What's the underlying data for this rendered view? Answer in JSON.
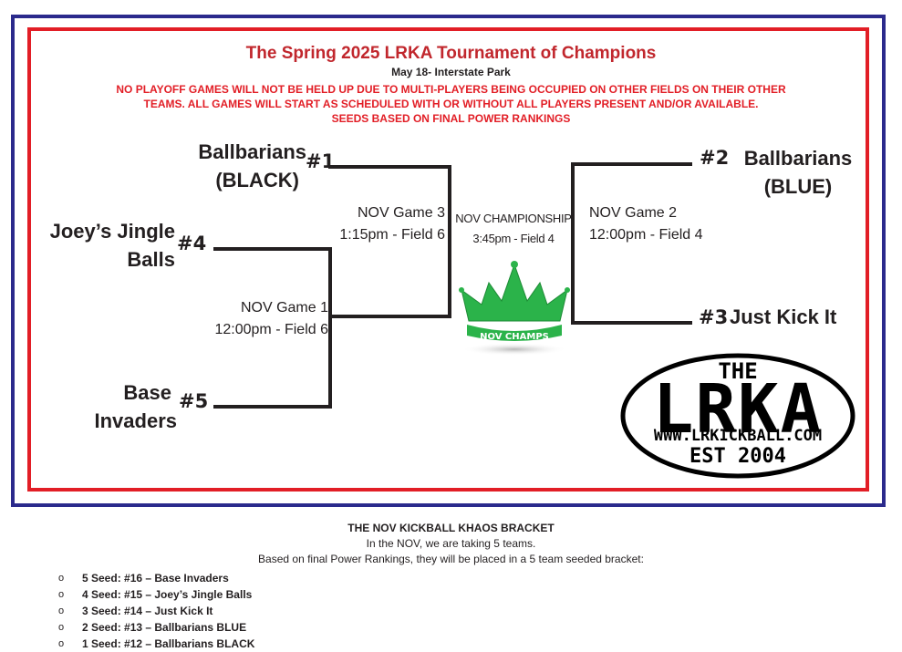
{
  "header": {
    "title": "The Spring 2025 LRKA Tournament of Champions",
    "subtitle": "May 18-  Interstate Park",
    "notice_line1": "NO PLAYOFF GAMES WILL NOT BE HELD UP DUE TO MULTI-PLAYERS BEING OCCUPIED ON OTHER FIELDS ON THEIR OTHER",
    "notice_line2": "TEAMS.  ALL GAMES WILL START AS SCHEDULED WITH OR WITHOUT ALL PLAYERS PRESENT AND/OR AVAILABLE.",
    "notice_line3": "SEEDS BASED ON FINAL POWER RANKINGS"
  },
  "bracket": {
    "seed1": {
      "name_line1": "Ballbarians",
      "name_line2": "(BLACK)",
      "seed": "#1"
    },
    "seed4": {
      "name_line1": "Joey’s Jingle",
      "name_line2": "Balls",
      "seed": "#4"
    },
    "seed5": {
      "name_line1": "Base",
      "name_line2": "Invaders",
      "seed": "#5"
    },
    "seed2": {
      "name_line1": "Ballbarians",
      "name_line2": "(BLUE)",
      "seed": "#2"
    },
    "seed3": {
      "name": "Just Kick It",
      "seed": "#3"
    },
    "game1": {
      "name": "NOV Game 1",
      "time": "12:00pm - Field 6"
    },
    "game2": {
      "name": "NOV Game 2",
      "time": "12:00pm - Field 4"
    },
    "game3": {
      "name": "NOV Game 3",
      "time": "1:15pm - Field 6"
    },
    "championship": {
      "name": "NOV CHAMPIONSHIP",
      "time": "3:45pm - Field 4"
    },
    "trophy_label": "NOV CHAMPS"
  },
  "logo": {
    "the": "THE",
    "letters": "LRKA",
    "website": "WWW.LRKICKBALL.COM",
    "est": "EST 2004"
  },
  "details": {
    "title": "THE NOV KICKBALL KHAOS BRACKET",
    "line1": "In the NOV, we are taking 5 teams.",
    "line2": "Based on final Power Rankings, they will be placed in a 5 team seeded bracket:",
    "bullet": "o",
    "seeds": [
      "5 Seed: #16 – Base Invaders",
      "4 Seed: #15 – Joey’s Jingle Balls",
      "3 Seed: #14 – Just Kick It",
      "2 Seed: #13 – Ballbarians BLUE",
      "1 Seed: #12 – Ballbarians BLACK"
    ]
  },
  "colors": {
    "outer_border": "#2b2a8c",
    "inner_border": "#e21e26",
    "title_red": "#c1272d",
    "crown_green": "#2bb34a",
    "text": "#231f20"
  }
}
